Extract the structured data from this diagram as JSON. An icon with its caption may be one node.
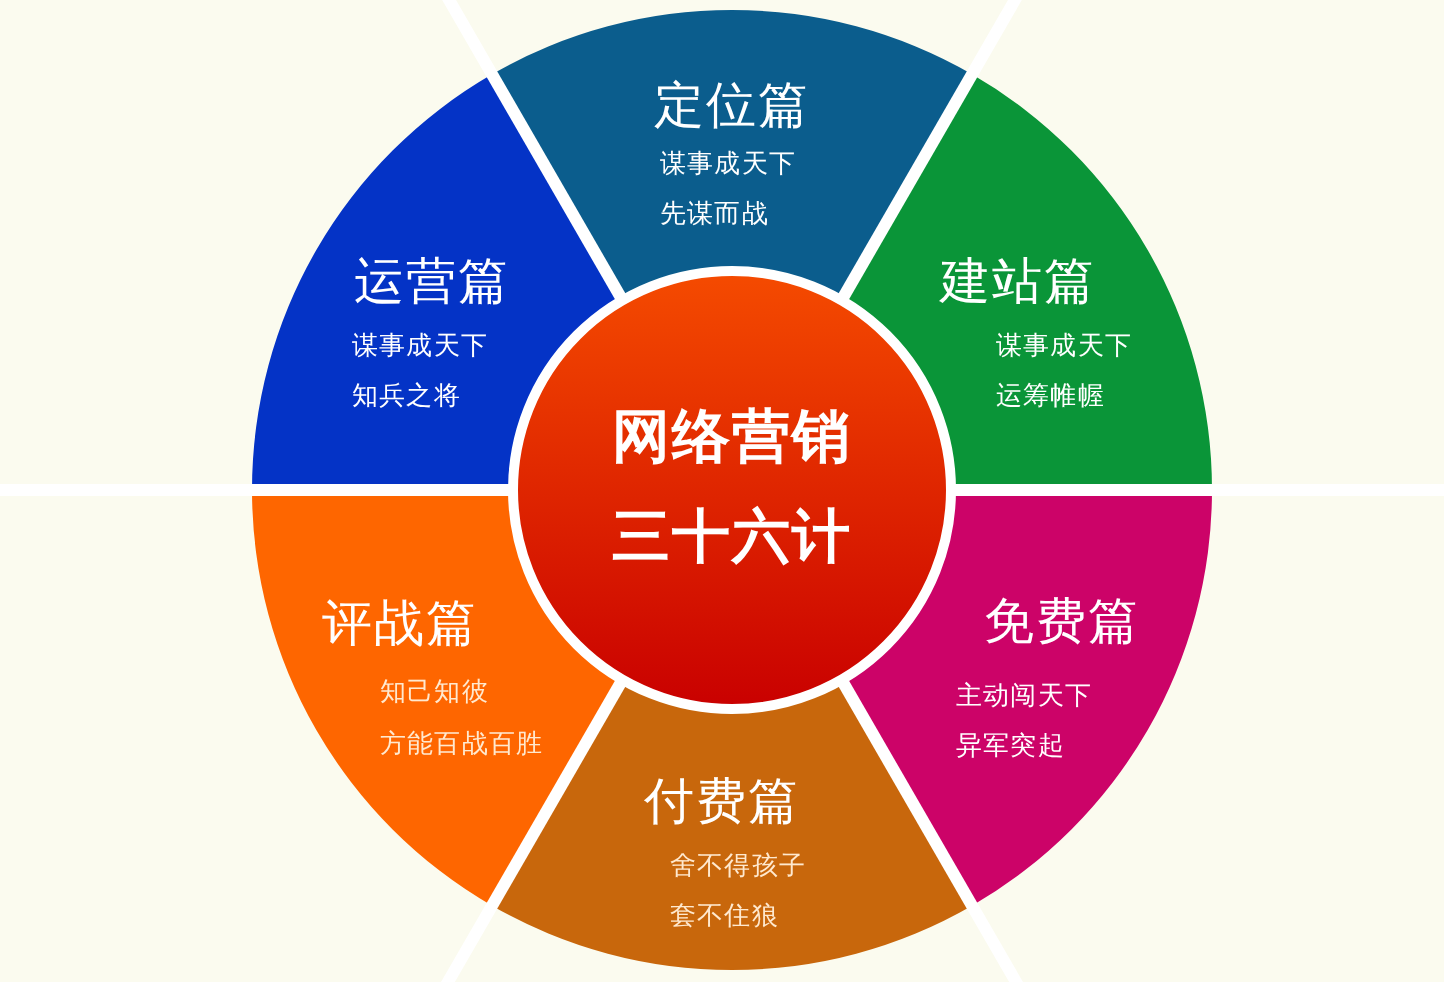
{
  "diagram": {
    "nodes": [
      {
        "text": [
          "定位篇",
          "谋事成天下",
          "先谋而战"
        ]
      },
      {
        "text": [
          "运营篇",
          "谋事成天下",
          "知兵之将"
        ]
      },
      {
        "text": [
          "建站篇",
          "谋事成天下",
          "运筹帷幄"
        ]
      },
      {
        "text": [
          "网络营销三十六计"
        ]
      },
      {
        "text": [
          "评战篇",
          "知己知彼",
          "方能百战百胜"
        ]
      },
      {
        "text": [
          "免费篇",
          "主动闯天下",
          "异军突起"
        ]
      },
      {
        "text": [
          "付费篇",
          "舍不得孩子",
          "套不住狼"
        ]
      }
    ]
  }
}
